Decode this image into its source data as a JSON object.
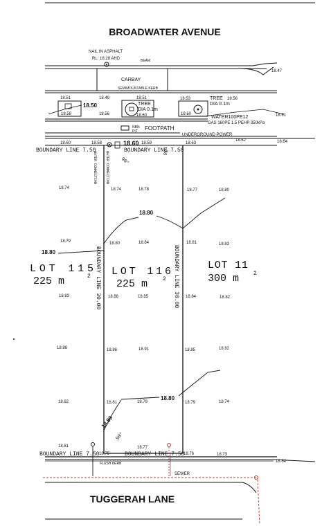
{
  "streets": {
    "top": "BROADWATER AVENUE",
    "bottom": "TUGGERAH LANE"
  },
  "labels": {
    "nail_line1": "NAIL IN ASPHALT",
    "nail_line2": "RL: 18.28  AHD",
    "beam": "BEAM",
    "carbay": "CARBAY",
    "kerb": "SEMIMOUNTABLE KERB",
    "tree_left": "TREE",
    "tree_left_dia": "DIA 0.1m",
    "tree_right": "TREE",
    "tree_right_dia": "DIA 0.1m",
    "water": "WATER100PE12",
    "gas": "GAS 160PE 1.5 PEHP 350kPa",
    "nbn1": "NBN",
    "nbn2": "PIT",
    "footpath": "FOOTPATH",
    "ug_power": "UNDERGROUND POWER",
    "water_conn_left": "WATER CONNECTION",
    "water_conn_right": "WATER CONNECTION",
    "flush_kerb": "FLUSH KERB",
    "sewer": "SEWER",
    "angle_tl": "90°",
    "angle_tr": "90°",
    "angle_bl": "90°"
  },
  "boundaries": {
    "top_left": "BOUNDARY LINE 7.50",
    "top_right": "BOUNDARY LINE 7.50",
    "left_side": "BOUNDARY LINE 30.00",
    "right_side": "BOUNDARY LINE 30.00",
    "bottom_left": "BOUNDARY LINE 7.50",
    "bottom_right": "BOUNDARY LINE 7.50"
  },
  "lots": {
    "lot115_name": "LOT 115",
    "lot115_area": "225 m",
    "lot116_name": "LOT 116",
    "lot116_area": "225 m",
    "lot11_name": "LOT 11",
    "lot11_area": "300 m",
    "area_sup": "2"
  },
  "contours": {
    "c1880_top": "18.80",
    "c1880_left": "18.80",
    "c1880_bottom": "18.80",
    "c1880_diag": "18.80",
    "c1850": "18.50"
  },
  "levels": {
    "road_1847": "18.47",
    "k_1851a": "18.51",
    "k_1849": "18.49",
    "k_1851b": "18.51",
    "k_1853": "18.53",
    "k_1856a": "18.56",
    "k_1858": "18.58",
    "k_1856b": "18.56",
    "k_1860a": "18.60",
    "k_1860b": "18.60",
    "k_1861": "18.61",
    "f_1860": "18.60",
    "f_1858": "18.58",
    "f_1860c": "18.60",
    "f_1859": "18.59",
    "f_1863": "18.63",
    "f_1862": "18.62",
    "f_1864": "18.64",
    "r1_1874a": "18.74",
    "r1_1874b": "18.74",
    "r1_1878": "18.78",
    "r1_1877": "18.77",
    "r1_1880": "18.80",
    "r2_1879": "18.79",
    "r2_1880": "18.80",
    "r2_1884": "18.84",
    "r2_1881": "18.81",
    "r2_1883": "18.83",
    "r3_1883": "18.83",
    "r3_1888": "18.88",
    "r3_1885": "18.85",
    "r3_1884": "18.84",
    "r3_1882": "18.82",
    "r4_1888": "18.88",
    "r4_1886": "18.86",
    "r4_1891": "18.91",
    "r4_1885": "18.85",
    "r4_1882": "18.82",
    "r5_1882": "18.82",
    "r5_1881": "18.81",
    "r5_1879a": "18.79",
    "r5_1879b": "18.79",
    "r5_1874": "18.74",
    "r6_1881": "18.81",
    "r6_1875": "18.75",
    "r6_1877": "18.77",
    "r6_1876": "18.76",
    "r6_1873": "18.73",
    "lane_1864": "18.64"
  }
}
